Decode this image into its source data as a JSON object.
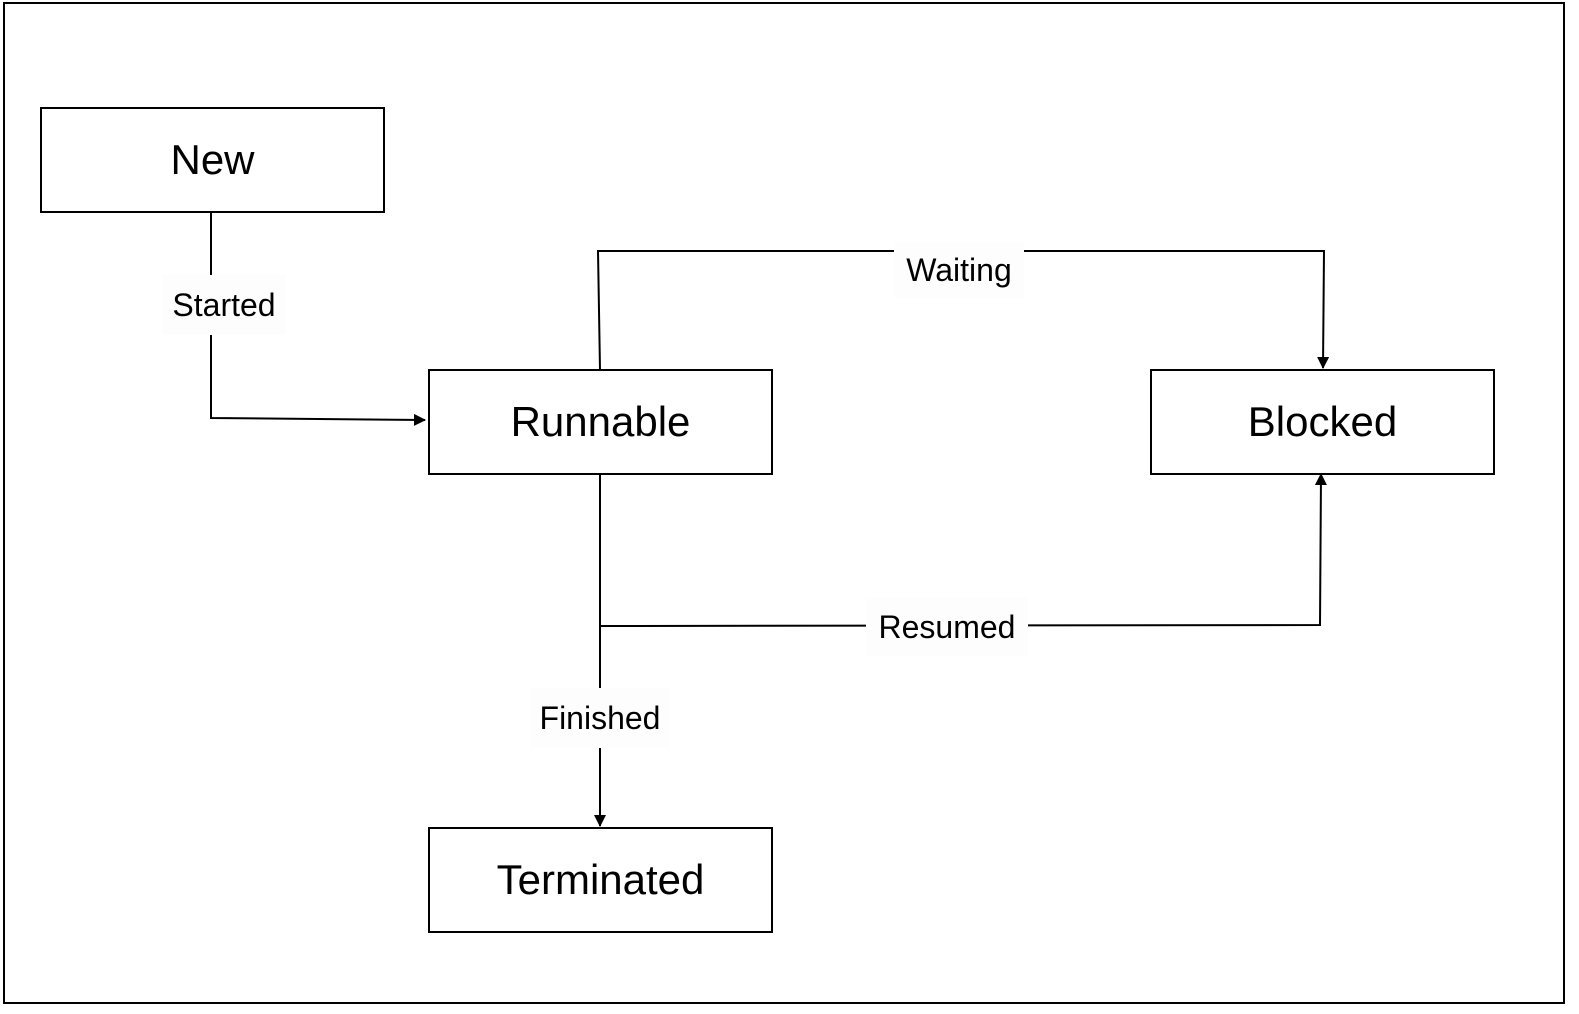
{
  "diagram": {
    "nodes": {
      "new": {
        "label": "New"
      },
      "runnable": {
        "label": "Runnable"
      },
      "blocked": {
        "label": "Blocked"
      },
      "terminated": {
        "label": "Terminated"
      }
    },
    "edges": [
      {
        "from": "New",
        "to": "Runnable",
        "label": "Started"
      },
      {
        "from": "Runnable",
        "to": "Blocked",
        "label": "Waiting"
      },
      {
        "from": "Runnable",
        "to": "Blocked",
        "label": "Resumed"
      },
      {
        "from": "Runnable",
        "to": "Terminated",
        "label": "Finished"
      }
    ],
    "colors": {
      "stroke": "#000000",
      "background": "#ffffff",
      "label_background": "#fcfdfc"
    }
  }
}
